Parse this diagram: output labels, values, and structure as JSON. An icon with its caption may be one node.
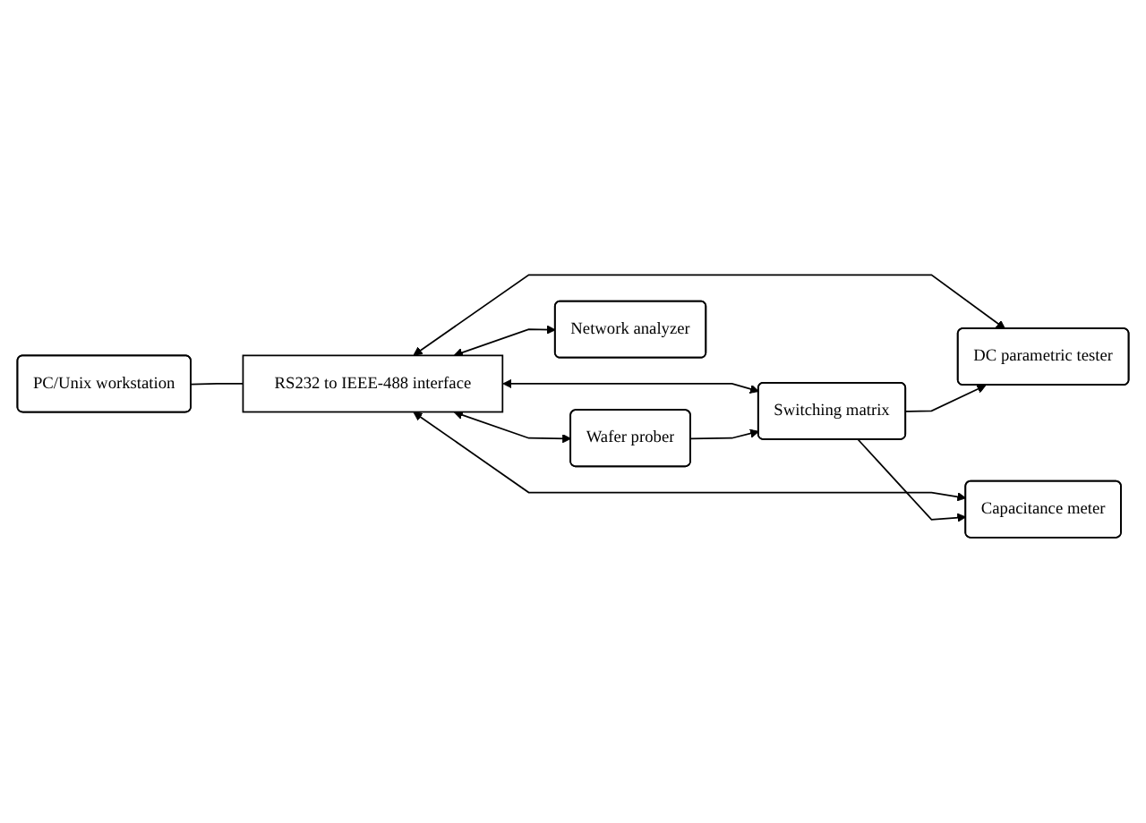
{
  "diagram": {
    "nodes": [
      {
        "text": [
          "PC/Unix workstation"
        ]
      },
      {
        "text": [
          "RS232 to IEEE-488 interface"
        ]
      },
      {
        "text": [
          "DC parametric tester"
        ]
      },
      {
        "text": [
          "Capacitance meter"
        ]
      },
      {
        "text": [
          "Wafer prober"
        ]
      },
      {
        "text": [
          "Switching matrix"
        ]
      },
      {
        "text": [
          "Network analyzer"
        ]
      }
    ],
    "edges": [
      {
        "from": 0,
        "to": 1,
        "arrow": "none"
      },
      {
        "from": 1,
        "to": 2,
        "arrow": "both"
      },
      {
        "from": 1,
        "to": 3,
        "arrow": "both"
      },
      {
        "from": 1,
        "to": 4,
        "arrow": "both"
      },
      {
        "from": 1,
        "to": 5,
        "arrow": "both"
      },
      {
        "from": 1,
        "to": 6,
        "arrow": "both"
      },
      {
        "from": 4,
        "to": 5,
        "arrow": "to"
      },
      {
        "from": 5,
        "to": 2,
        "arrow": "to"
      },
      {
        "from": 5,
        "to": 3,
        "arrow": "to"
      }
    ]
  }
}
